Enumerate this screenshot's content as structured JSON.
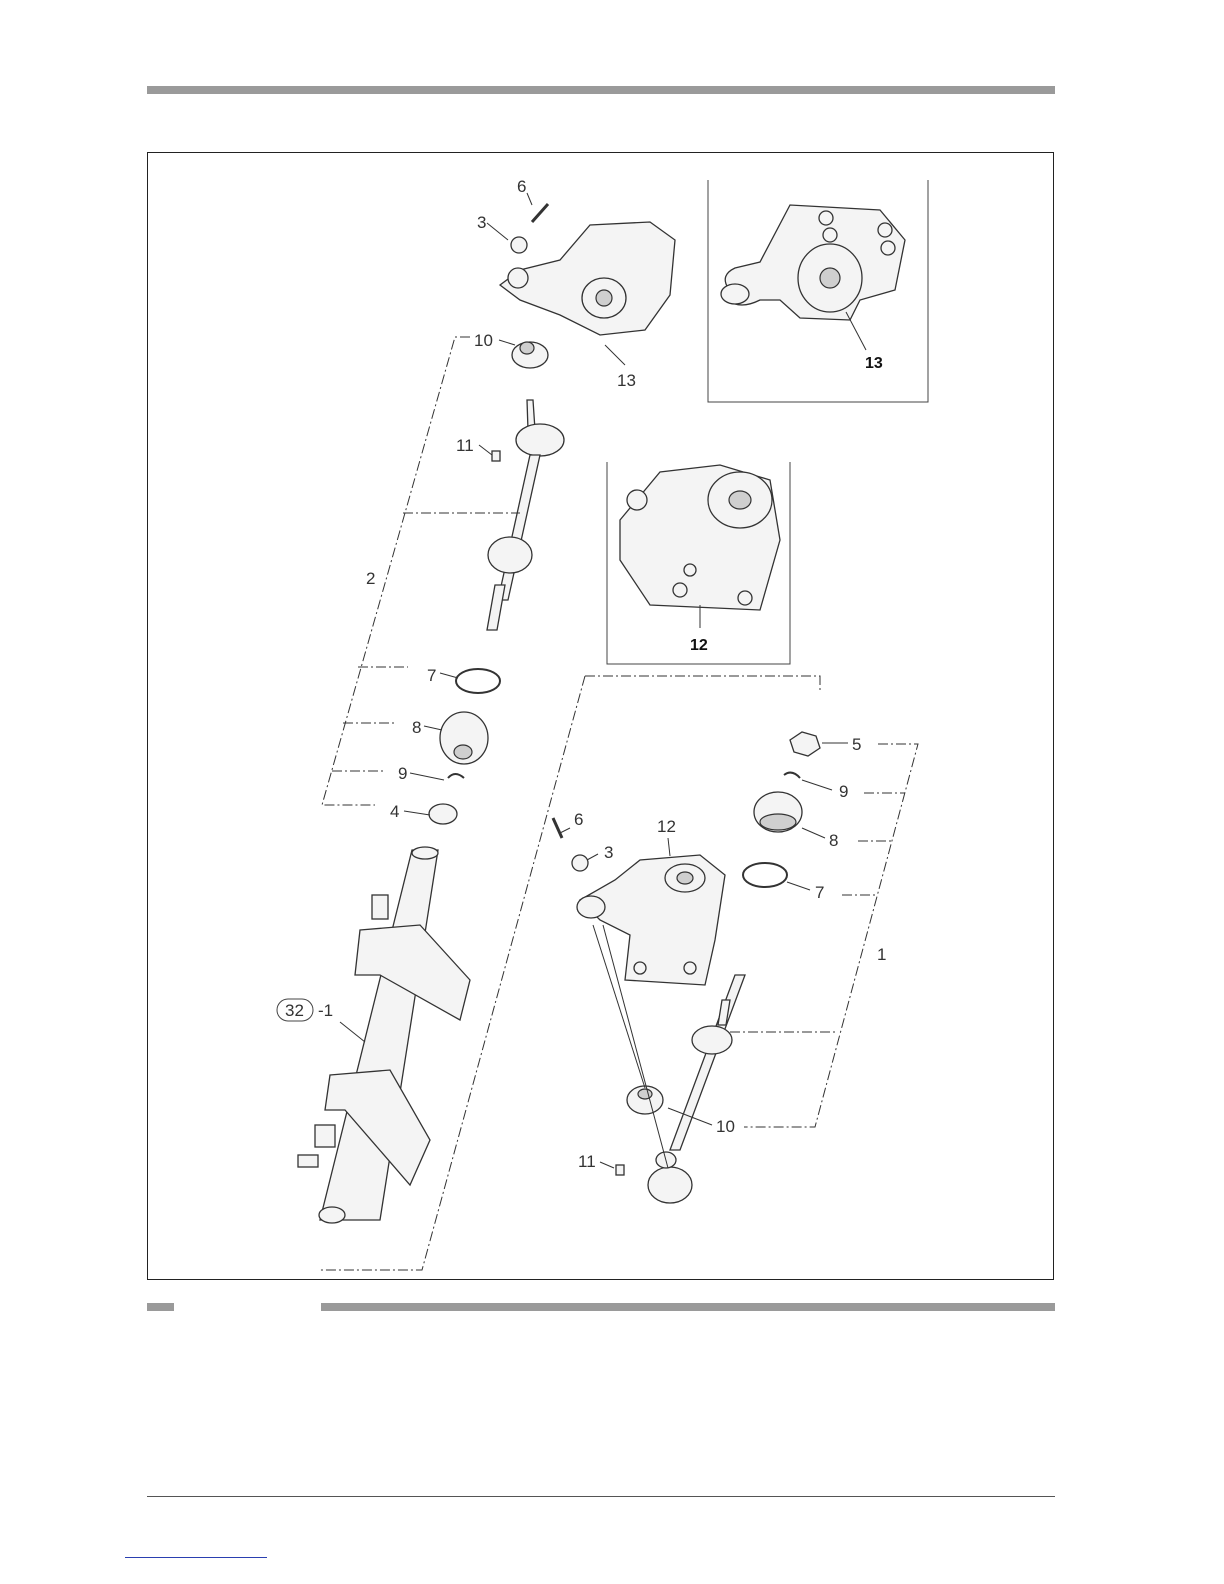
{
  "diagram": {
    "callouts": {
      "c1": "1",
      "c2": "2",
      "c3a": "3",
      "c3b": "3",
      "c4": "4",
      "c5": "5",
      "c6a": "6",
      "c6b": "6",
      "c7a": "7",
      "c7b": "7",
      "c8a": "8",
      "c8b": "8",
      "c9a": "9",
      "c9b": "9",
      "c10a": "10",
      "c10b": "10",
      "c11a": "11",
      "c11b": "11",
      "c12": "12",
      "c13": "13",
      "ref_circle": "32",
      "ref_suffix": "-1"
    },
    "insets": {
      "top_right_label": "13",
      "middle_label": "12"
    }
  }
}
